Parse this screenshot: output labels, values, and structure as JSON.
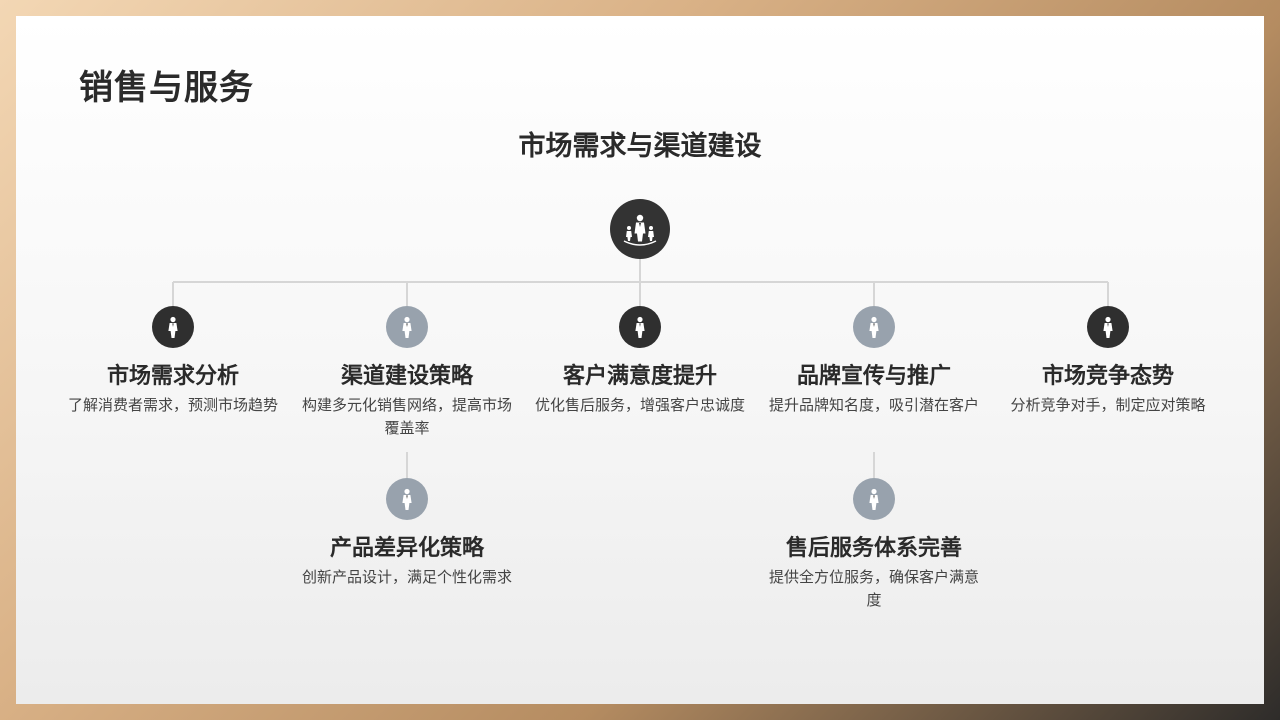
{
  "page": {
    "title": "销售与服务"
  },
  "tree": {
    "root": {
      "title": "市场需求与渠道建设",
      "icon": "business-people-group-icon"
    },
    "nodes": [
      {
        "id": "n1",
        "title": "市场需求分析",
        "desc": "了解消费者需求，预测市场趋势",
        "icon": "businessman-icon",
        "tone": "dark"
      },
      {
        "id": "n2",
        "title": "渠道建设策略",
        "desc": "构建多元化销售网络，提高市场覆盖率",
        "icon": "businessman-icon",
        "tone": "gray"
      },
      {
        "id": "n3",
        "title": "客户满意度提升",
        "desc": "优化售后服务，增强客户忠诚度",
        "icon": "businessman-icon",
        "tone": "dark"
      },
      {
        "id": "n4",
        "title": "品牌宣传与推广",
        "desc": "提升品牌知名度，吸引潜在客户",
        "icon": "businessman-icon",
        "tone": "gray"
      },
      {
        "id": "n5",
        "title": "市场竞争态势",
        "desc": "分析竞争对手，制定应对策略",
        "icon": "businessman-icon",
        "tone": "dark"
      }
    ],
    "children": [
      {
        "parent": "n2",
        "title": "产品差异化策略",
        "desc": "创新产品设计，满足个性化需求",
        "icon": "businessman-icon",
        "tone": "gray"
      },
      {
        "parent": "n4",
        "title": "售后服务体系完善",
        "desc": "提供全方位服务，确保客户满意度",
        "icon": "businessman-icon",
        "tone": "gray"
      }
    ]
  }
}
